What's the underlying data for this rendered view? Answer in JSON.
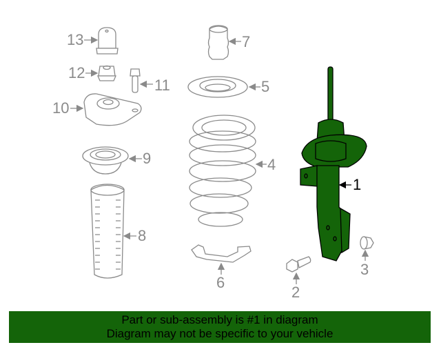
{
  "diagram": {
    "highlighted_part": "1",
    "highlight_color": "#146409",
    "line_color": "#8a8a8a",
    "callouts": [
      {
        "id": "1",
        "label": "1",
        "part": "strut-assembly"
      },
      {
        "id": "2",
        "label": "2",
        "part": "bolt"
      },
      {
        "id": "3",
        "label": "3",
        "part": "nut"
      },
      {
        "id": "4",
        "label": "4",
        "part": "coil-spring"
      },
      {
        "id": "5",
        "label": "5",
        "part": "spring-seat"
      },
      {
        "id": "6",
        "label": "6",
        "part": "bracket"
      },
      {
        "id": "7",
        "label": "7",
        "part": "bump-stop"
      },
      {
        "id": "8",
        "label": "8",
        "part": "dust-boot"
      },
      {
        "id": "9",
        "label": "9",
        "part": "lower-seat"
      },
      {
        "id": "10",
        "label": "10",
        "part": "strut-mount"
      },
      {
        "id": "11",
        "label": "11",
        "part": "mount-bolt"
      },
      {
        "id": "12",
        "label": "12",
        "part": "mount-nut"
      },
      {
        "id": "13",
        "label": "13",
        "part": "cap"
      }
    ]
  },
  "banner": {
    "line1": "Part or sub-assembly is #1 in diagram",
    "line2": "Diagram may not be specific to your vehicle",
    "background": "#146409"
  }
}
